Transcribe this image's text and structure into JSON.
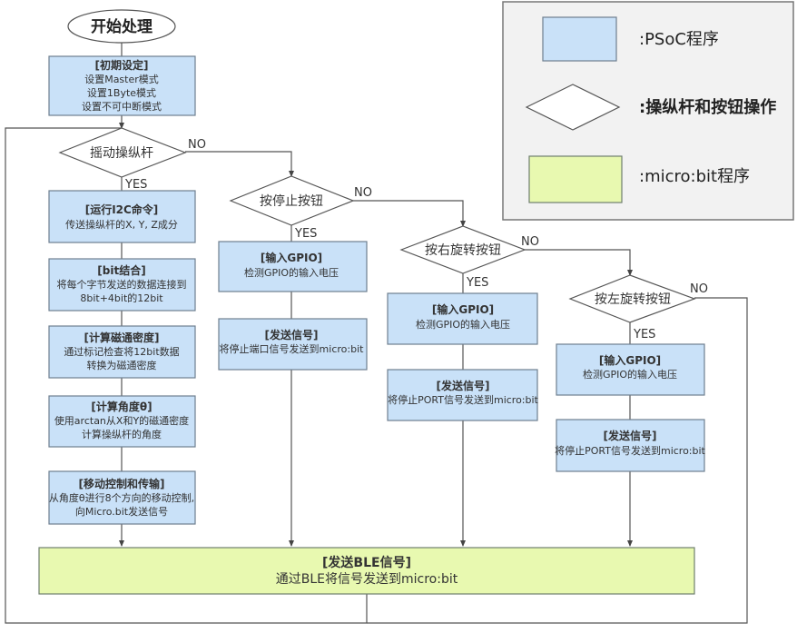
{
  "start": {
    "label": "开始处理"
  },
  "left_column": {
    "init": {
      "title": "[初期设定]",
      "lines": [
        "设置Master模式",
        "设置1Byte模式",
        "设置不可中断模式"
      ]
    },
    "decision": {
      "label": "摇动操纵杆",
      "yes": "YES",
      "no": "NO"
    },
    "steps": [
      {
        "title": "[运行I2C命令]",
        "lines": [
          "传送操纵杆的X, Y, Z成分"
        ]
      },
      {
        "title": "[bit结合]",
        "lines": [
          "将每个字节发送的数据连接到",
          "8bit+4bit的12bit"
        ]
      },
      {
        "title": "[计算磁通密度]",
        "lines": [
          "通过标记检查将12bit数据",
          "转换为磁通密度"
        ]
      },
      {
        "title": "[计算角度θ]",
        "lines": [
          "使用arctan从X和Y的磁通密度",
          "计算操纵杆的角度"
        ]
      },
      {
        "title": "[移动控制和传输]",
        "lines": [
          "从角度θ进行8个方向的移动控制,",
          "向Micro.bit发送信号"
        ]
      }
    ]
  },
  "stop_branch": {
    "decision": {
      "label": "按停止按钮",
      "yes": "YES",
      "no": "NO"
    },
    "steps": [
      {
        "title": "[输入GPIO]",
        "lines": [
          "检测GPIO的输入电压"
        ]
      },
      {
        "title": "[发送信号]",
        "lines": [
          "将停止端口信号发送到micro:bit"
        ]
      }
    ]
  },
  "right_rotate_branch": {
    "decision": {
      "label": "按右旋转按钮",
      "yes": "YES",
      "no": "NO"
    },
    "steps": [
      {
        "title": "[输入GPIO]",
        "lines": [
          "检测GPIO的输入电压"
        ]
      },
      {
        "title": "[发送信号]",
        "lines": [
          "将停止PORT信号发送到micro:bit"
        ]
      }
    ]
  },
  "left_rotate_branch": {
    "decision": {
      "label": "按左旋转按钮",
      "yes": "YES",
      "no": "NO"
    },
    "steps": [
      {
        "title": "[输入GPIO]",
        "lines": [
          "检测GPIO的输入电压"
        ]
      },
      {
        "title": "[发送信号]",
        "lines": [
          "将停止PORT信号发送到micro:bit"
        ]
      }
    ]
  },
  "ble": {
    "title": "[发送BLE信号]",
    "body": "通过BLE将信号发送到micro:bit"
  },
  "legend": {
    "items": [
      {
        "shape": "rectangle-blue",
        "label": ":PSoC程序"
      },
      {
        "shape": "diamond",
        "label": ":操纵杆和按钮操作"
      },
      {
        "shape": "rectangle-green",
        "label": ":micro:bit程序"
      }
    ]
  },
  "colors": {
    "psoc": "#c9e1f8",
    "microbit": "#e8f9b0",
    "legend_bg": "#f2f2f2",
    "line": "#555555"
  }
}
